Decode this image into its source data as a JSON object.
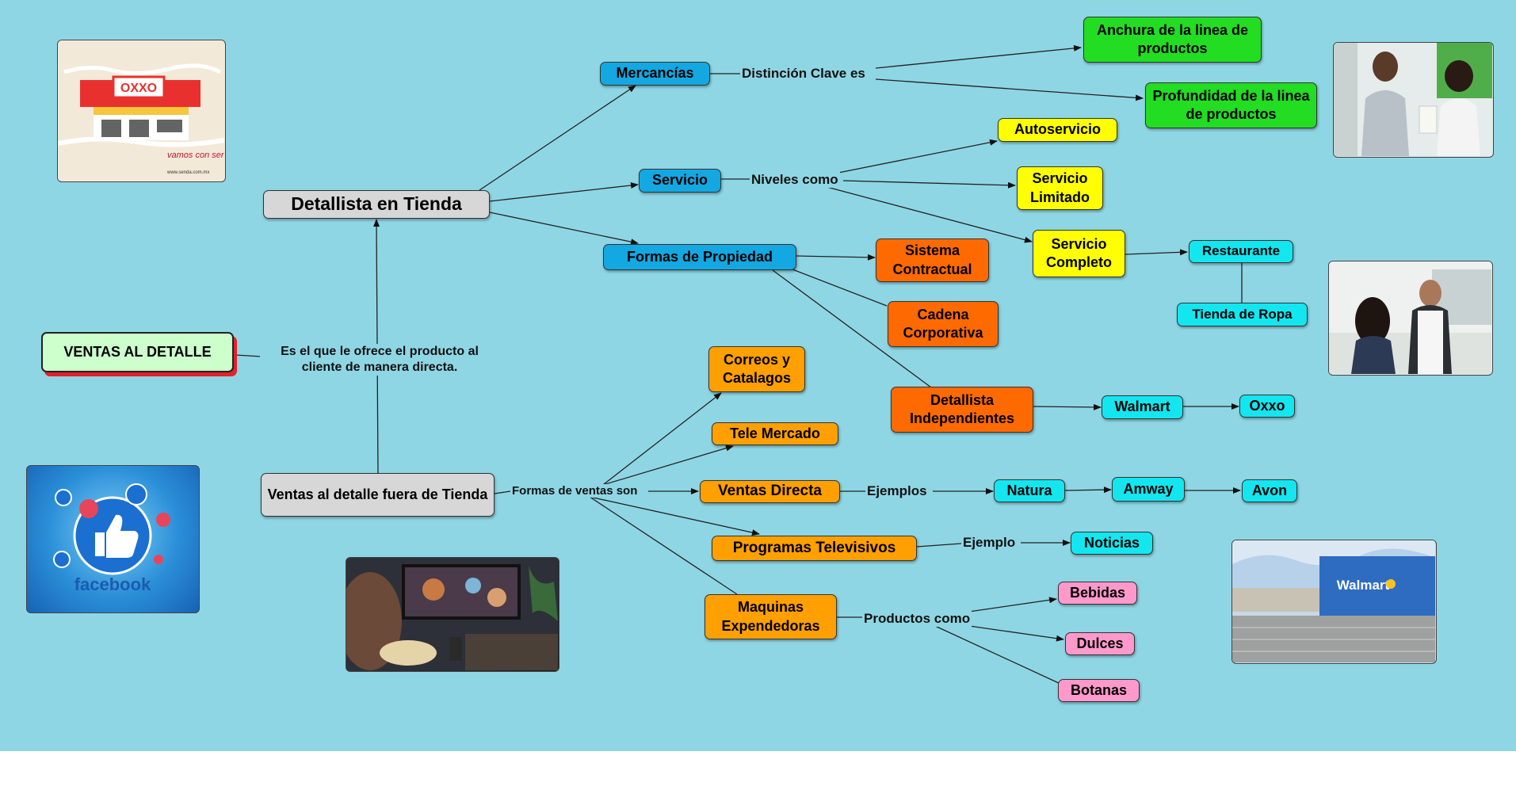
{
  "nodes": {
    "ventas_detalle": "VENTAS AL DETALLE",
    "detallista_tienda": "Detallista en Tienda",
    "fuera_tienda": "Ventas al detalle fuera de Tienda",
    "mercancias": "Mercancías",
    "servicio": "Servicio",
    "formas_propiedad": "Formas de Propiedad",
    "anchura": "Anchura de la linea de productos",
    "profundidad": "Profundidad de la linea de productos",
    "autoservicio": "Autoservicio",
    "servicio_limitado": "Servicio Limitado",
    "servicio_completo": "Servicio Completo",
    "restaurante": "Restaurante",
    "tienda_ropa": "Tienda de Ropa",
    "sistema_contractual": "Sistema Contractual",
    "cadena_corporativa": "Cadena Corporativa",
    "detallista_independientes": "Detallista Independientes",
    "walmart": "Walmart",
    "oxxo": "Oxxo",
    "correos": "Correos y Catalagos",
    "tele_mercado": "Tele Mercado",
    "ventas_directa": "Ventas Directa",
    "natura": "Natura",
    "amway": "Amway",
    "avon": "Avon",
    "programas_tv": "Programas Televisivos",
    "noticias": "Noticias",
    "maquinas": "Maquinas Expendedoras",
    "bebidas": "Bebidas",
    "dulces": "Dulces",
    "botanas": "Botanas"
  },
  "labels": {
    "definicion": "Es el que le ofrece el producto al cliente de manera directa.",
    "distincion": "Distinción Clave es",
    "niveles": "Niveles como",
    "formas_ventas": "Formas de ventas son",
    "ejemplos": "Ejemplos",
    "ejemplo": "Ejemplo",
    "productos_como": "Productos como"
  },
  "images": {
    "oxxo_logo": "OXXO",
    "senda_text": "vamos con senda",
    "senda_url": "www.senda.com.mx",
    "facebook_text": "facebook",
    "walmart_sign": "Walmart"
  },
  "colors": {
    "background": "#8fd6e4",
    "gray": "#d7d7d7",
    "blue": "#13a8e2",
    "green": "#22dd22",
    "yellow": "#ffff00",
    "cyan": "#14e6f0",
    "orange": "#ff6a00",
    "amber": "#ffa000",
    "pink": "#ff99cc"
  }
}
